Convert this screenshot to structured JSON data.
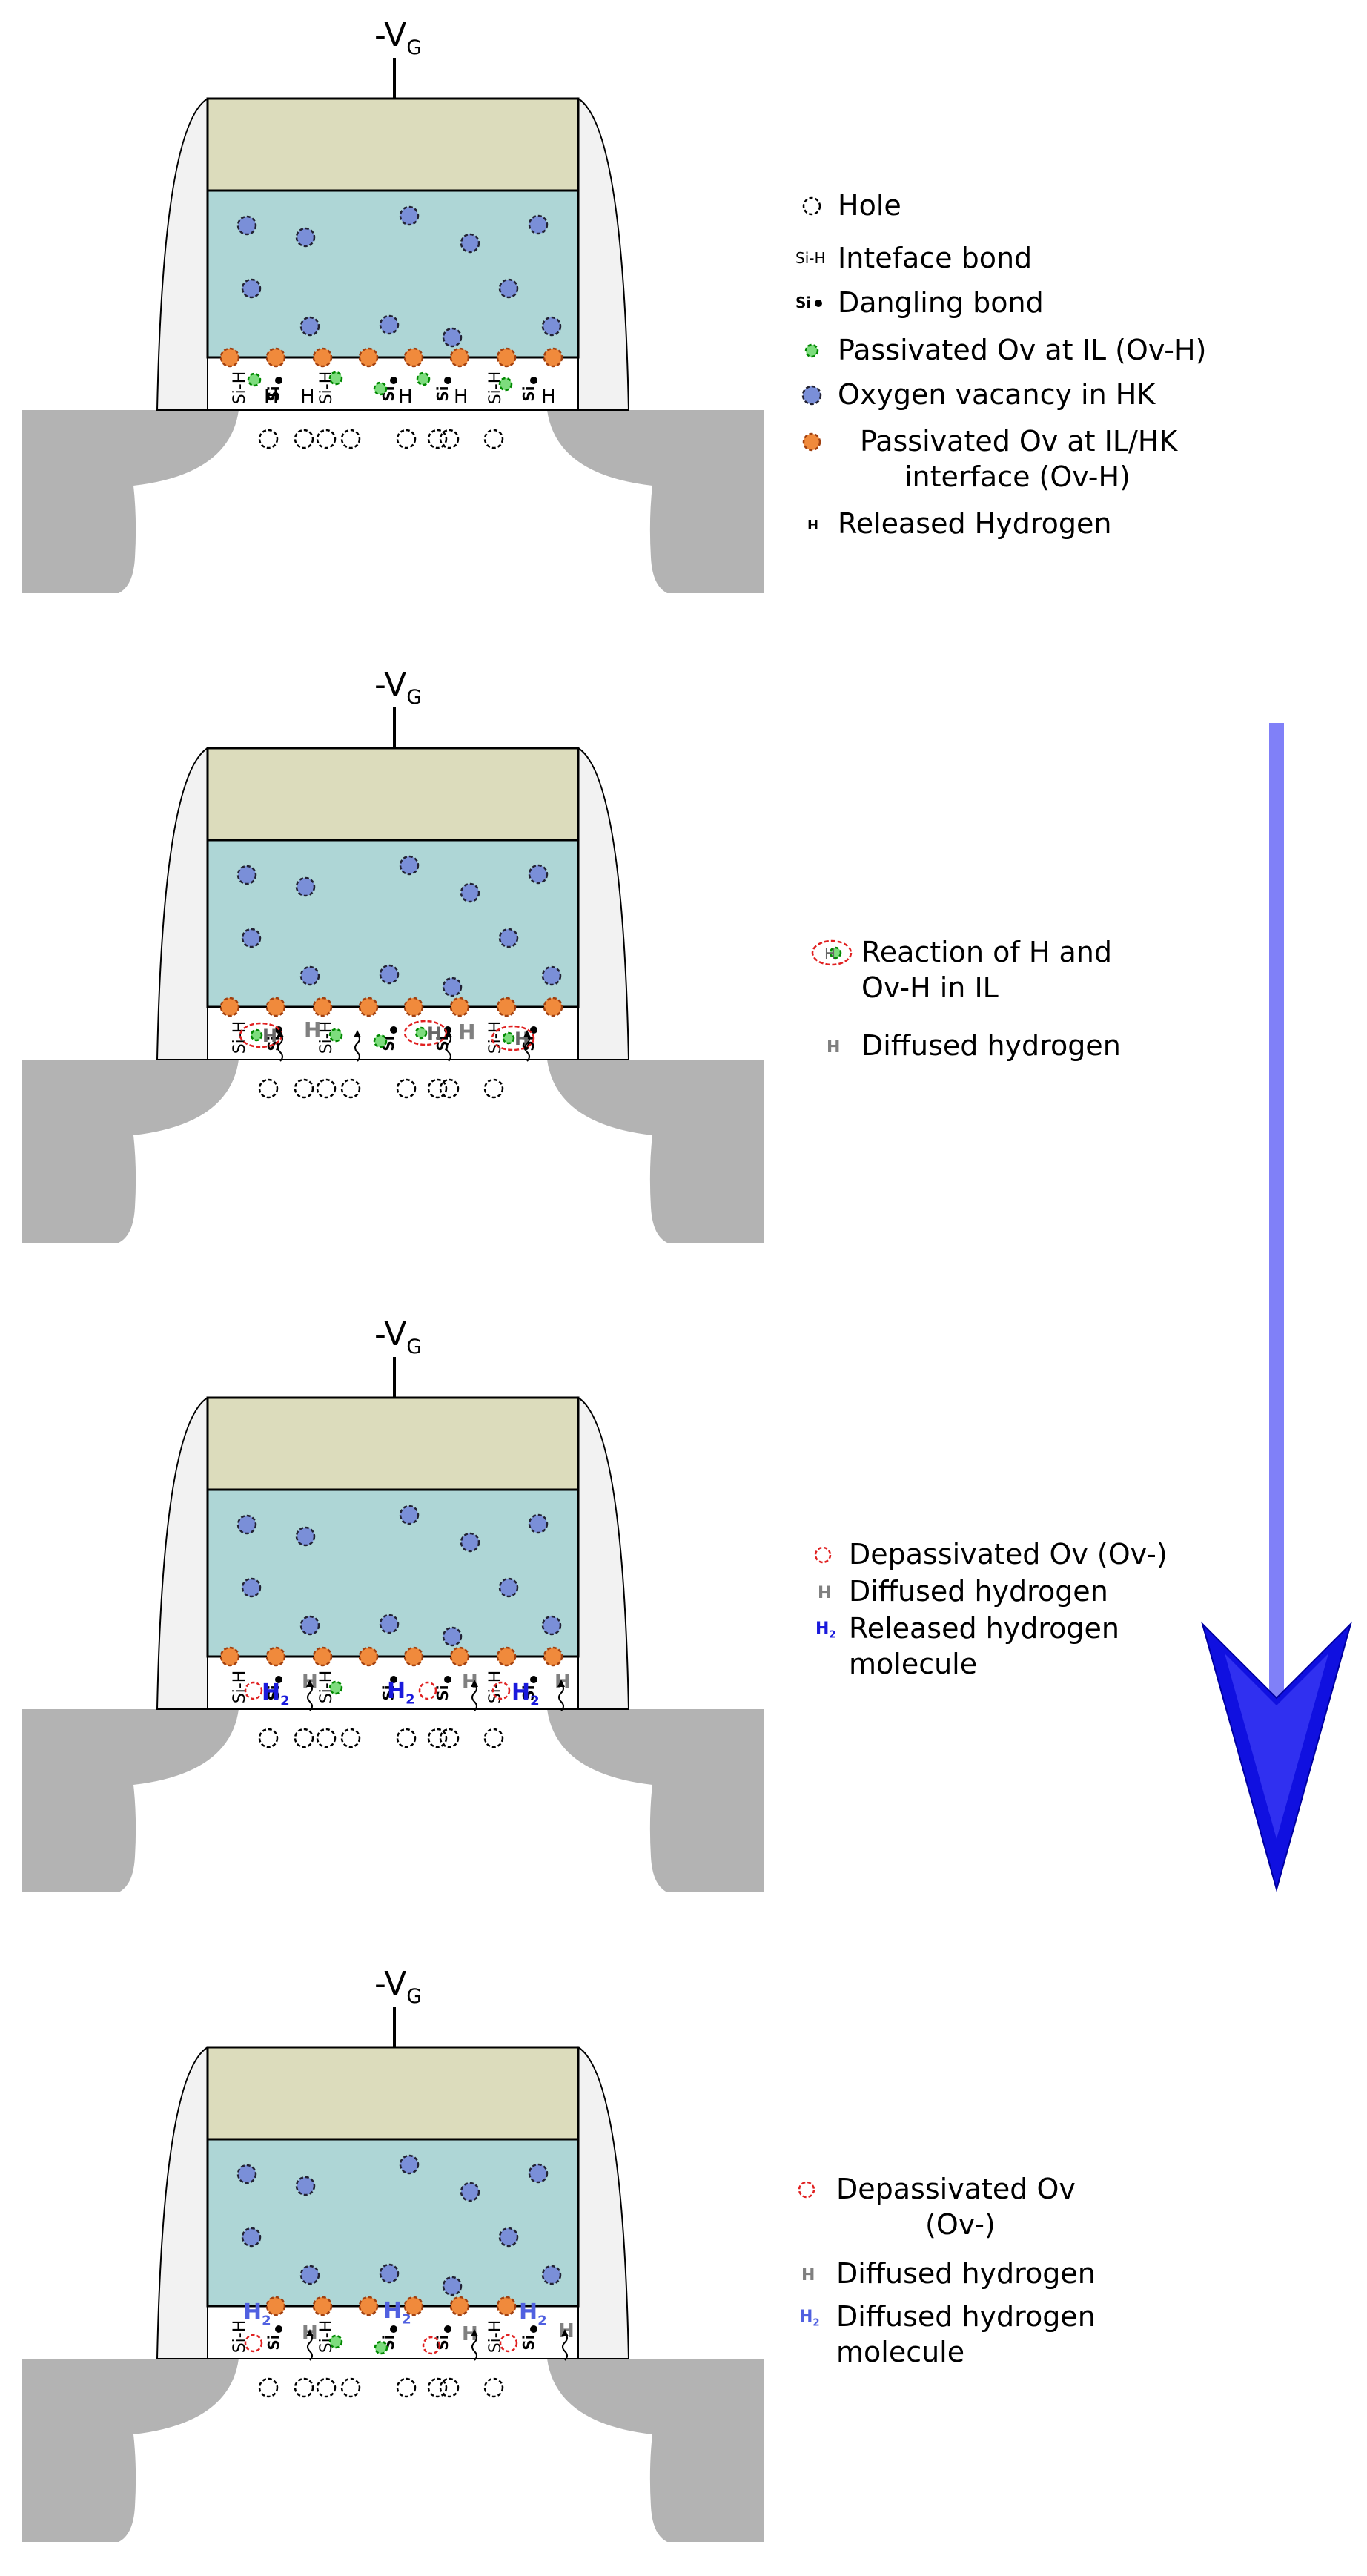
{
  "gate_label": {
    "base": "-V",
    "sub": "G"
  },
  "labels": {
    "si_h": "Si-H",
    "si": "Si",
    "h": "H",
    "h2_base": "H",
    "h2_sub": "2"
  },
  "colors": {
    "gate_metal": "#dcdcbc",
    "high_k": "#aed6d6",
    "spacer": "#f2f2f2",
    "substrate": "#b3b3b3",
    "ov_hk": "#7a8fd8",
    "ov_interface": "#f08a3c",
    "ov_il": "#7ddc7d",
    "depassivated": "#e02020",
    "h2_released": "#1a1adc",
    "h2_diffused": "#5060e0",
    "diffused_h": "#808080",
    "arrow": "#8080f8",
    "arrow_head": "#1010e0"
  },
  "stages": [
    {
      "id": 1,
      "legend": [
        {
          "icon": "hole",
          "text": [
            "Hole"
          ]
        },
        {
          "icon": "si-h-bond",
          "text": [
            "Inteface bond"
          ]
        },
        {
          "icon": "dangling-bond",
          "text": [
            "Dangling bond"
          ]
        },
        {
          "icon": "ov-h-il",
          "text": [
            "Passivated Ov at IL (Ov-H)"
          ]
        },
        {
          "icon": "oxygen-vacancy",
          "text": [
            "Oxygen vacancy in HK"
          ]
        },
        {
          "icon": "ov-interface",
          "text": [
            "Passivated Ov at IL/HK",
            "interface (Ov-H)"
          ]
        },
        {
          "icon": "released-h",
          "text": [
            "Released Hydrogen"
          ]
        }
      ]
    },
    {
      "id": 2,
      "legend": [
        {
          "icon": "reaction",
          "text": [
            "Reaction of H and",
            "Ov-H in IL"
          ]
        },
        {
          "icon": "diffused-h",
          "text": [
            "Diffused hydrogen"
          ]
        }
      ]
    },
    {
      "id": 3,
      "legend": [
        {
          "icon": "depassivated",
          "text": [
            "Depassivated Ov (Ov-)"
          ]
        },
        {
          "icon": "diffused-h",
          "text": [
            "Diffused hydrogen"
          ]
        },
        {
          "icon": "h2-released",
          "text": [
            "Released hydrogen",
            "molecule"
          ]
        }
      ]
    },
    {
      "id": 4,
      "legend": [
        {
          "icon": "depassivated",
          "text": [
            "Depassivated Ov",
            "(Ov-)"
          ]
        },
        {
          "icon": "diffused-h",
          "text": [
            "Diffused hydrogen"
          ]
        },
        {
          "icon": "h2-diffused",
          "text": [
            "Diffused hydrogen",
            "molecule"
          ]
        }
      ]
    }
  ]
}
